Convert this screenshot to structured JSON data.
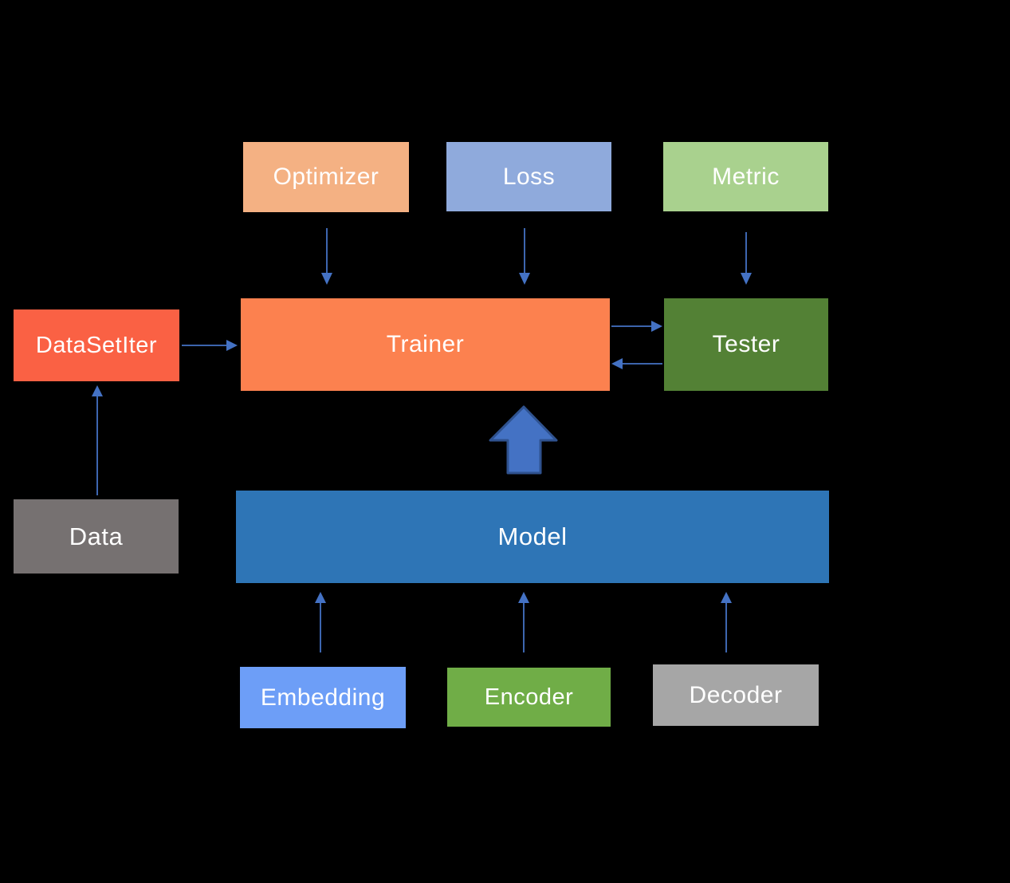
{
  "diagram": {
    "background": "#000000",
    "text_color": "#FFFFFF",
    "arrow_color": "#4472C4",
    "block_arrow": {
      "fill": "#4472C4",
      "stroke": "#2F528F"
    },
    "nodes": {
      "optimizer": {
        "label": "Optimizer",
        "color": "#F4B183"
      },
      "loss": {
        "label": "Loss",
        "color": "#8FAADC"
      },
      "metric": {
        "label": "Metric",
        "color": "#A9D18E"
      },
      "datasetiter": {
        "label": "DataSetIter",
        "color": "#FA6144"
      },
      "trainer": {
        "label": "Trainer",
        "color": "#FC814F"
      },
      "tester": {
        "label": "Tester",
        "color": "#538135"
      },
      "data": {
        "label": "Data",
        "color": "#767171"
      },
      "model": {
        "label": "Model",
        "color": "#2E75B6"
      },
      "embedding": {
        "label": "Embedding",
        "color": "#6D9EF7"
      },
      "encoder": {
        "label": "Encoder",
        "color": "#70AD47"
      },
      "decoder": {
        "label": "Decoder",
        "color": "#A6A6A6"
      }
    }
  }
}
